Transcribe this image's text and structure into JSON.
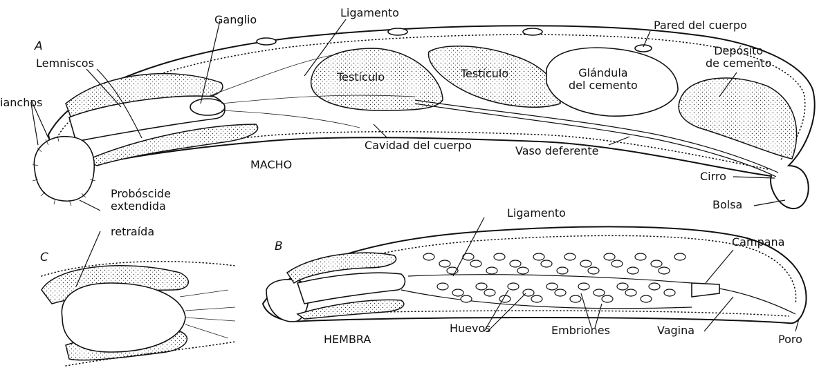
{
  "panels": {
    "a": "A",
    "b": "B",
    "c": "C"
  },
  "male": {
    "sex_label": "MACHO",
    "labels": {
      "ganglio": "Ganglio",
      "ligamento": "Ligamento",
      "pared": "Pared del cuerpo",
      "deposito": "Depósito\nde cemento",
      "lemniscos": "Lemniscos",
      "ganchos": "ianchos",
      "testiculo1": "Testículo",
      "testiculo2": "Testículo",
      "glandula": "Glándula\ndel cemento",
      "cavidad": "Cavidad del cuerpo",
      "vaso": "Vaso deferente",
      "cirro": "Cirro",
      "bolsa": "Bolsa",
      "proboscide": "Probóscide\nextendida"
    }
  },
  "retracted": {
    "label": "retraída"
  },
  "female": {
    "sex_label": "HEMBRA",
    "labels": {
      "ligamento": "Ligamento",
      "campana": "Campana",
      "huevos": "Huevos",
      "embriones": "Embriones",
      "vagina": "Vagina",
      "poro": "Poro"
    }
  }
}
